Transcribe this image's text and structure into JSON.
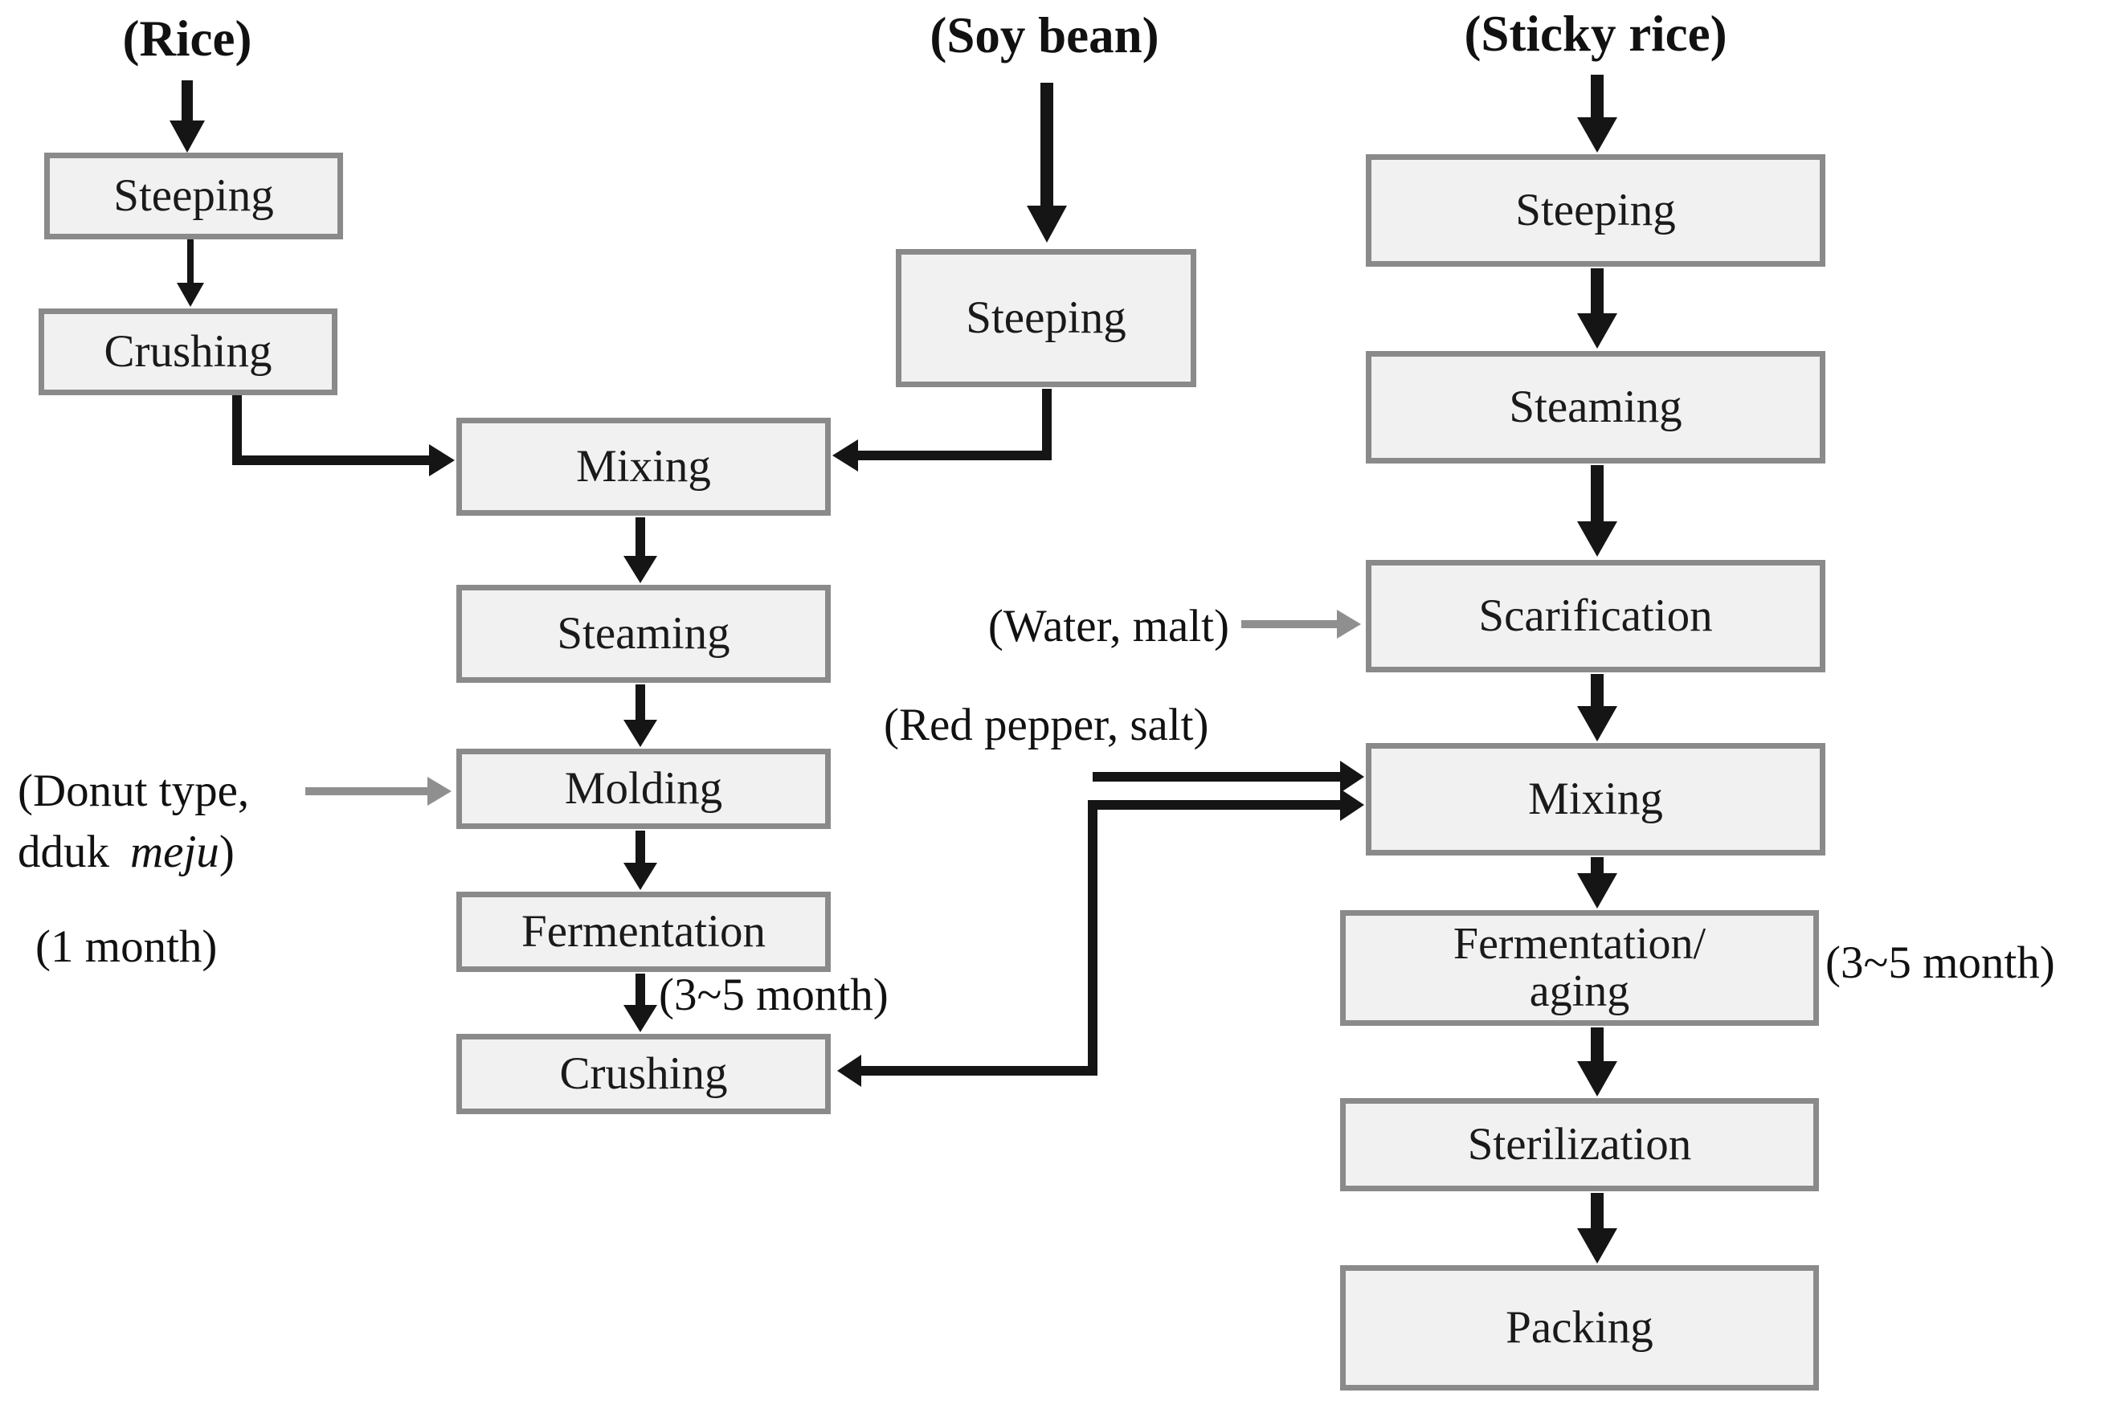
{
  "titles": {
    "rice": "(Rice)",
    "soy_bean": "(Soy bean)",
    "sticky_rice": "(Sticky rice)"
  },
  "rice_column": {
    "steeping": "Steeping",
    "crushing": "Crushing"
  },
  "meju_column": {
    "mixing": "Mixing",
    "steaming": "Steaming",
    "molding": "Molding",
    "fermentation": "Fermentation",
    "crushing": "Crushing"
  },
  "soy_column": {
    "steeping": "Steeping"
  },
  "sticky_column": {
    "steeping": "Steeping",
    "steaming": "Steaming",
    "scarification": "Scarification",
    "mixing": "Mixing",
    "fermentation_aging_line1": "Fermentation/",
    "fermentation_aging_line2": "aging",
    "sterilization": "Sterilization",
    "packing": "Packing"
  },
  "annotations": {
    "donut_type_line1": "(Donut type,",
    "donut_type_line2_word": "dduk",
    "donut_type_line2_italic": "meju",
    "donut_type_line2_close": ")",
    "one_month": "(1 month)",
    "meju_duration": "(3~5 month)",
    "water_malt": "(Water, malt)",
    "red_pepper_salt": "(Red pepper, salt)",
    "aging_duration": "(3~5 month)"
  },
  "colors": {
    "box_fill": "#f1f1f1",
    "box_border": "#8a8a8a",
    "arrow_black": "#151515",
    "arrow_gray": "#8f8f8f"
  }
}
